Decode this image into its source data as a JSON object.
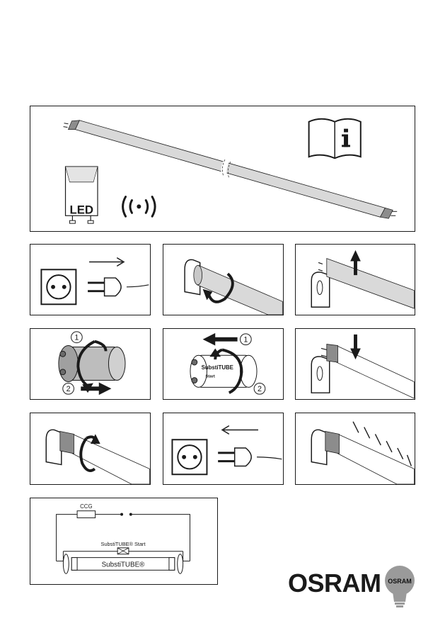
{
  "hero": {
    "driver_label": "LED"
  },
  "steps": {
    "step4": {
      "num1": "1",
      "num2": "2"
    },
    "step5": {
      "num1": "1",
      "num2": "2",
      "starter_text1": "SubstiTUBE",
      "starter_text2": "Start"
    }
  },
  "circuit": {
    "ccg_label": "CCG",
    "start_label": "SubstiTUBE® Start",
    "tube_label": "SubstiTUBE®"
  },
  "brand": {
    "wordmark": "OSRAM",
    "badge_text": "OSRAM"
  },
  "colors": {
    "tube_fill": "#d9d9d9",
    "endcap": "#8c8c8c",
    "ink": "#1a1a1a"
  }
}
